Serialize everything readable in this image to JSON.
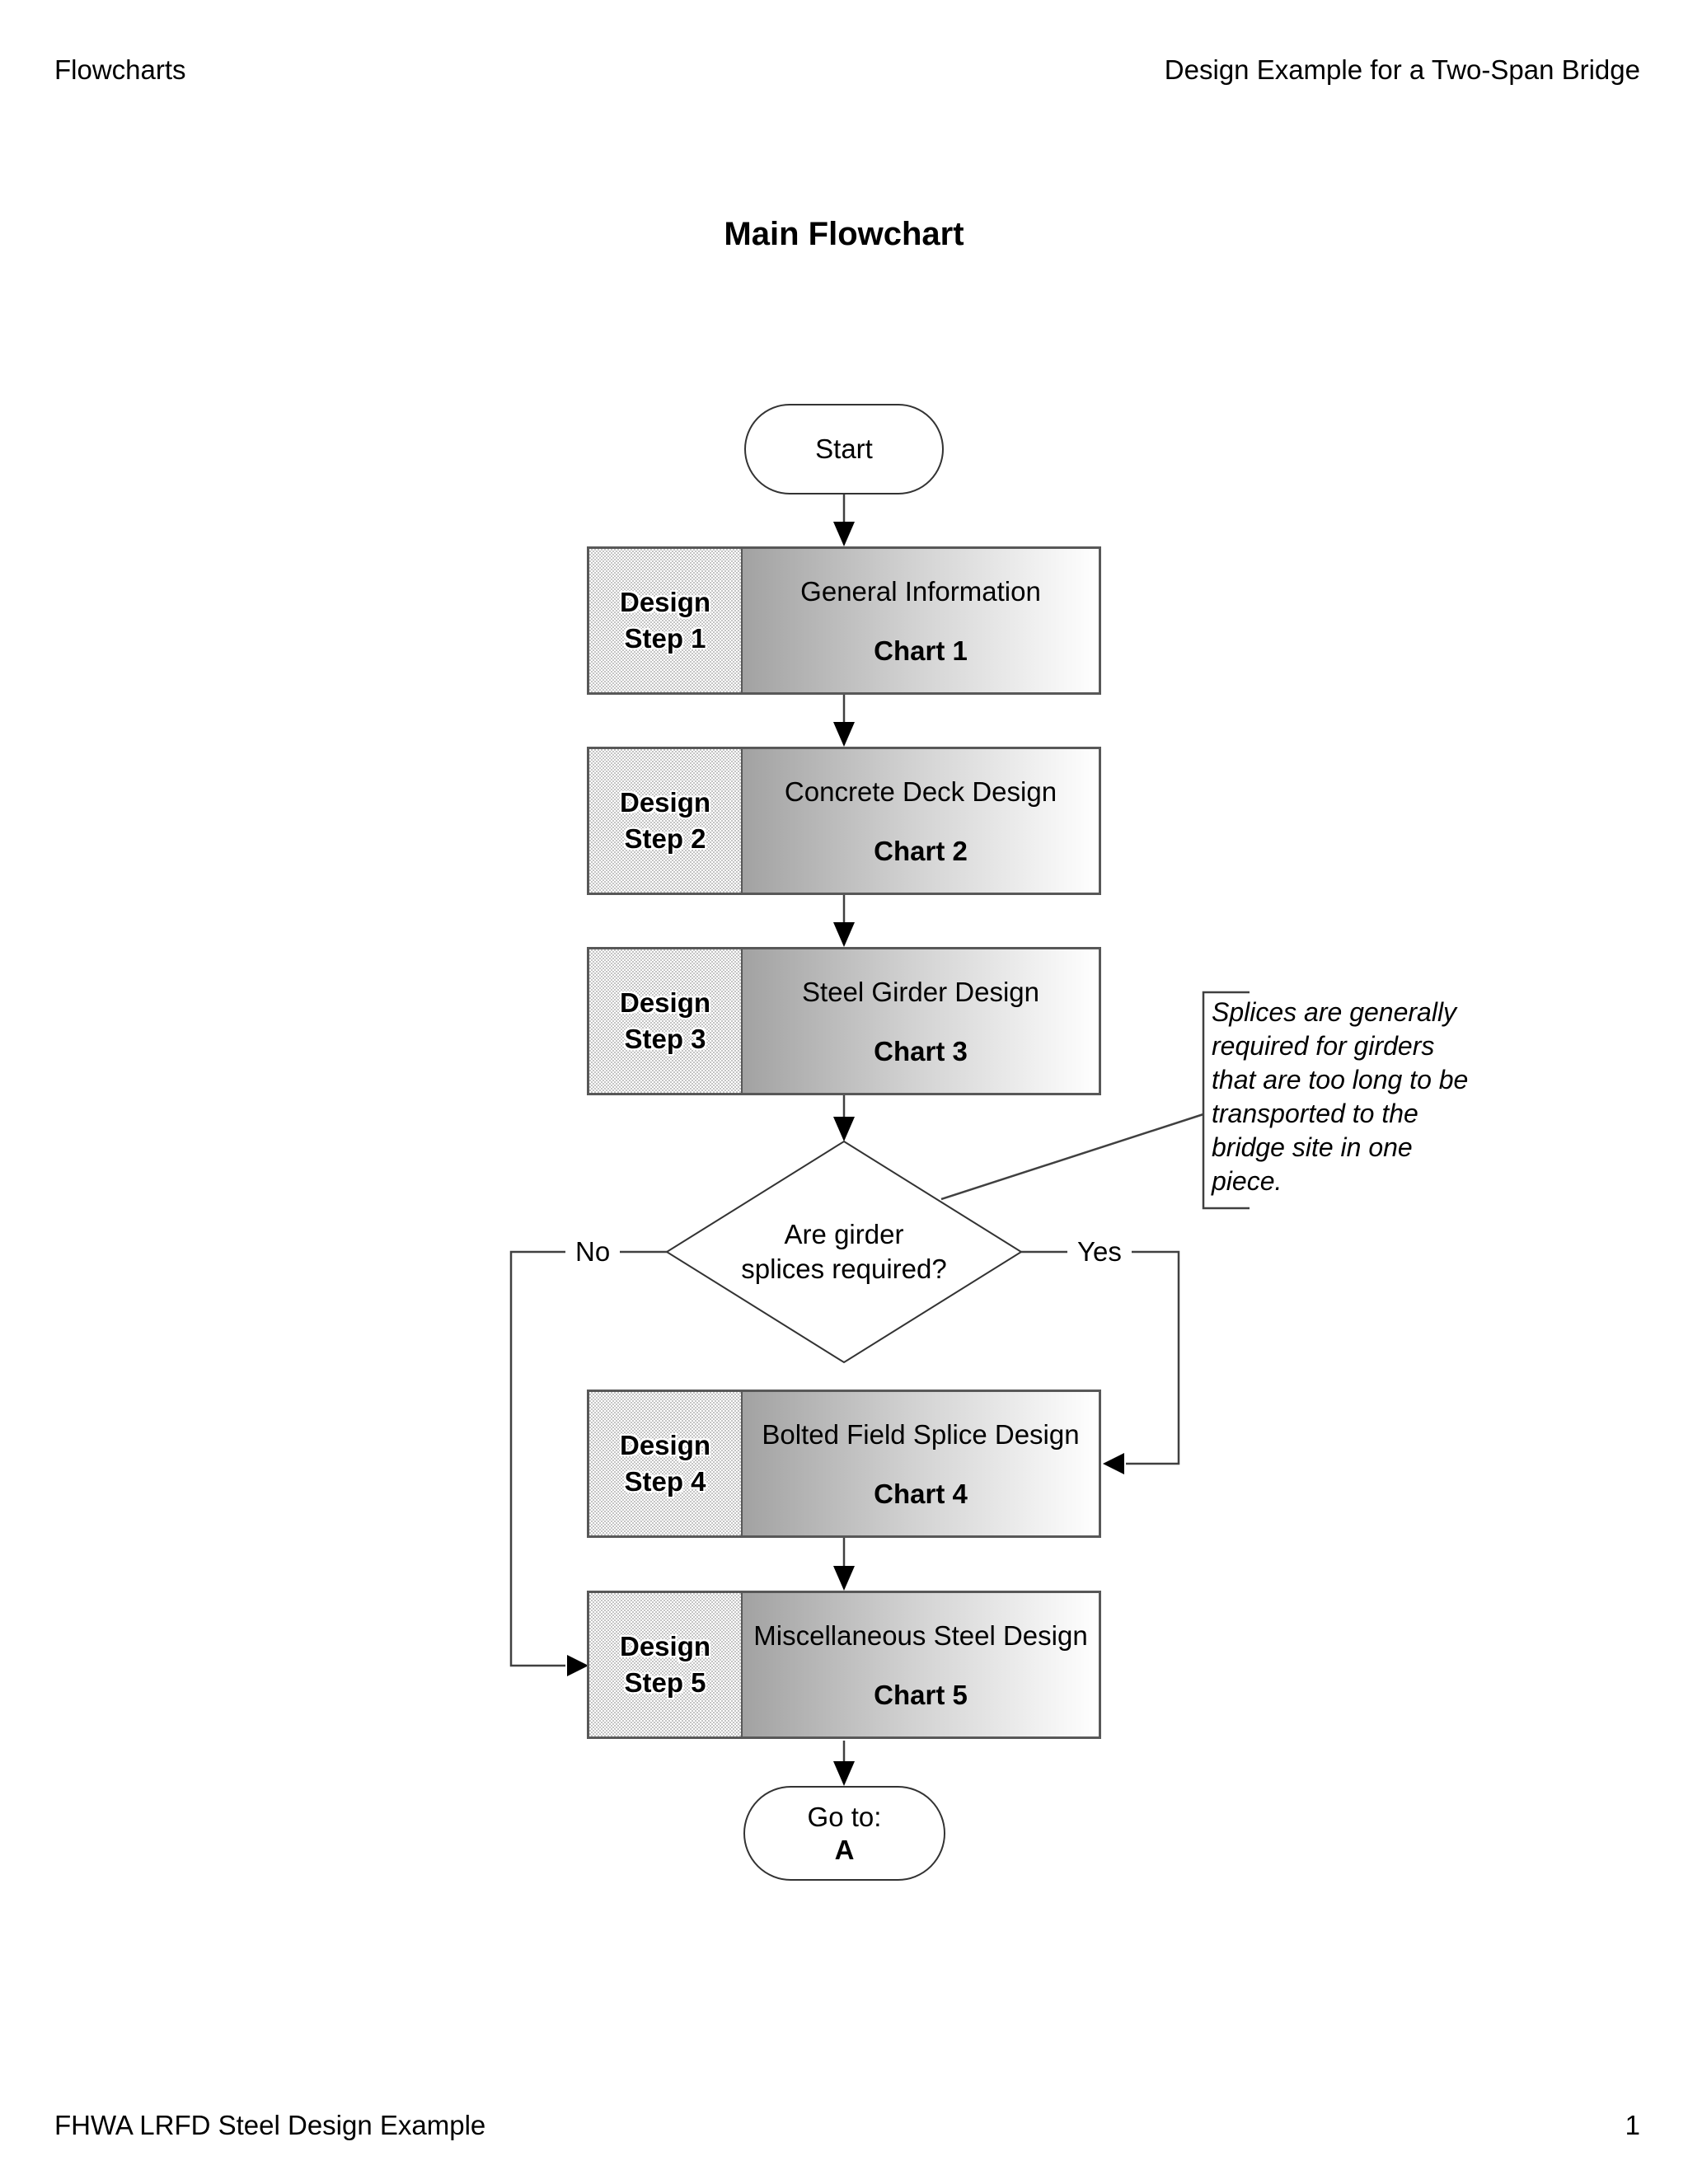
{
  "page": {
    "header_left": "Flowcharts",
    "header_right": "Design Example for a Two-Span Bridge",
    "title": "Main Flowchart",
    "footer_left": "FHWA LRFD Steel Design Example",
    "page_number": "1"
  },
  "flowchart": {
    "start_label": "Start",
    "steps": [
      {
        "step_label": "Design Step 1",
        "title": "General Information",
        "chart": "Chart 1"
      },
      {
        "step_label": "Design Step 2",
        "title": "Concrete Deck Design",
        "chart": "Chart 2"
      },
      {
        "step_label": "Design Step 3",
        "title": "Steel Girder Design",
        "chart": "Chart 3"
      },
      {
        "step_label": "Design Step 4",
        "title": "Bolted Field Splice Design",
        "chart": "Chart 4"
      },
      {
        "step_label": "Design Step 5",
        "title": "Miscellaneous Steel Design",
        "chart": "Chart 5"
      }
    ],
    "decision": {
      "question_lines": [
        "Are girder",
        "splices required?"
      ],
      "no_label": "No",
      "yes_label": "Yes"
    },
    "note_lines": [
      "Splices are generally",
      "required for girders",
      "that are too long to be",
      "transported to the",
      "bridge site in one",
      "piece."
    ],
    "end": {
      "prefix": "Go to:",
      "target": "A"
    }
  },
  "colors": {
    "box_gradient_start": "#a2a2a2",
    "box_gradient_end": "#ffffff",
    "hatch_gray": "#c4c4c4",
    "box_border": "#585858",
    "connector_line": "#404040",
    "text": "#000000"
  }
}
